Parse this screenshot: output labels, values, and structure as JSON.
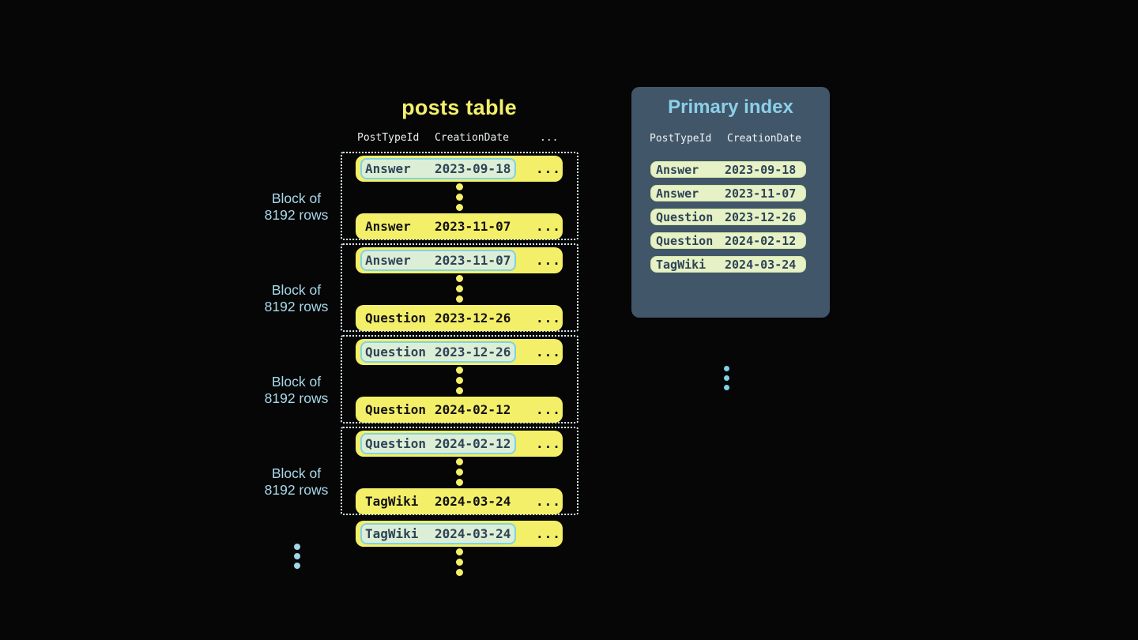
{
  "posts_table": {
    "title": "posts table",
    "header": {
      "col1": "PostTypeId",
      "col2": "CreationDate",
      "col3": "..."
    },
    "block_label": {
      "line1": "Block of",
      "line2": "8192 rows"
    },
    "blocks": [
      {
        "first": {
          "type": "Answer",
          "date": "2023-09-18",
          "more": "..."
        },
        "last": {
          "type": "Answer",
          "date": "2023-11-07",
          "more": "..."
        }
      },
      {
        "first": {
          "type": "Answer",
          "date": "2023-11-07",
          "more": "..."
        },
        "last": {
          "type": "Question",
          "date": "2023-12-26",
          "more": "..."
        }
      },
      {
        "first": {
          "type": "Question",
          "date": "2023-12-26",
          "more": "..."
        },
        "last": {
          "type": "Question",
          "date": "2024-02-12",
          "more": "..."
        }
      },
      {
        "first": {
          "type": "Question",
          "date": "2024-02-12",
          "more": "..."
        },
        "last": {
          "type": "TagWiki",
          "date": "2024-03-24",
          "more": "..."
        }
      }
    ],
    "overflow_row": {
      "type": "TagWiki",
      "date": "2024-03-24",
      "more": "..."
    }
  },
  "primary_index": {
    "title": "Primary index",
    "header": {
      "col1": "PostTypeId",
      "col2": "CreationDate"
    },
    "rows": [
      {
        "type": "Answer",
        "date": "2023-09-18"
      },
      {
        "type": "Answer",
        "date": "2023-11-07"
      },
      {
        "type": "Question",
        "date": "2023-12-26"
      },
      {
        "type": "Question",
        "date": "2024-02-12"
      },
      {
        "type": "TagWiki",
        "date": "2024-03-24"
      }
    ]
  },
  "colors": {
    "background": "#060606",
    "row_yellow": "#f3ef69",
    "title_yellow": "#f3ef6b",
    "label_light_blue": "#a7d9ea",
    "index_title_blue": "#8bd0ea",
    "panel_slate": "#415668",
    "index_row_green": "#e6f1c6",
    "highlight_green": "#ddeed6",
    "highlight_border_cyan": "#7fd3e6",
    "dotted_border": "#d8ecf4",
    "dark_text": "#131313",
    "slate_text": "#2e4457"
  }
}
